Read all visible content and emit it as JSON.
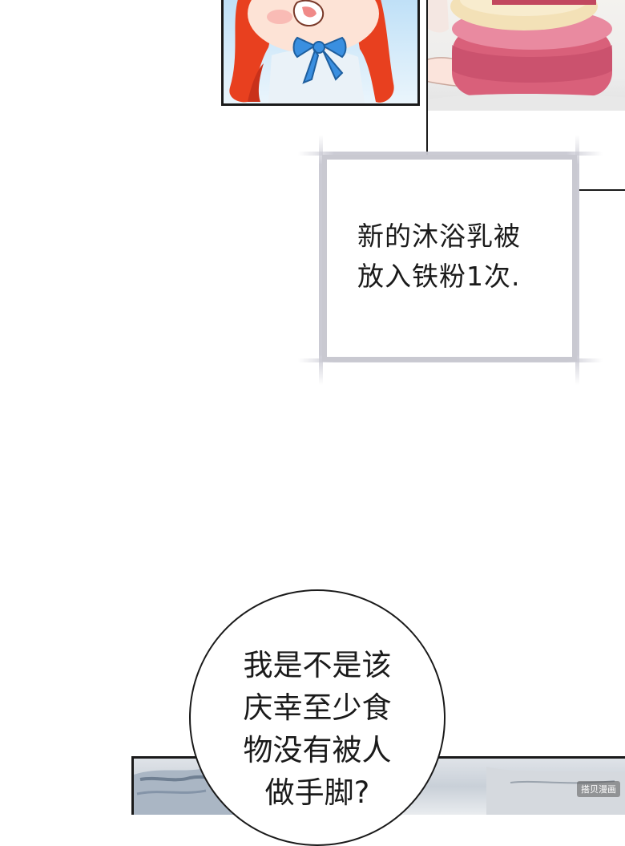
{
  "system_message": {
    "lines": [
      "新的沐浴乳被",
      "放入铁粉1次."
    ]
  },
  "speech_bubble": {
    "lines": [
      "我是不是该",
      "庆幸至少食",
      "物没有被人",
      "做手脚?"
    ]
  },
  "watermark": {
    "text": "搭贝漫画"
  },
  "colors": {
    "frame": "#1a1a1a",
    "system_border": "#c9c9d1",
    "sky": "#bfe0f7",
    "hair": "#e8401f",
    "ribbon": "#3a8fe0",
    "cake": "#d9607a"
  }
}
